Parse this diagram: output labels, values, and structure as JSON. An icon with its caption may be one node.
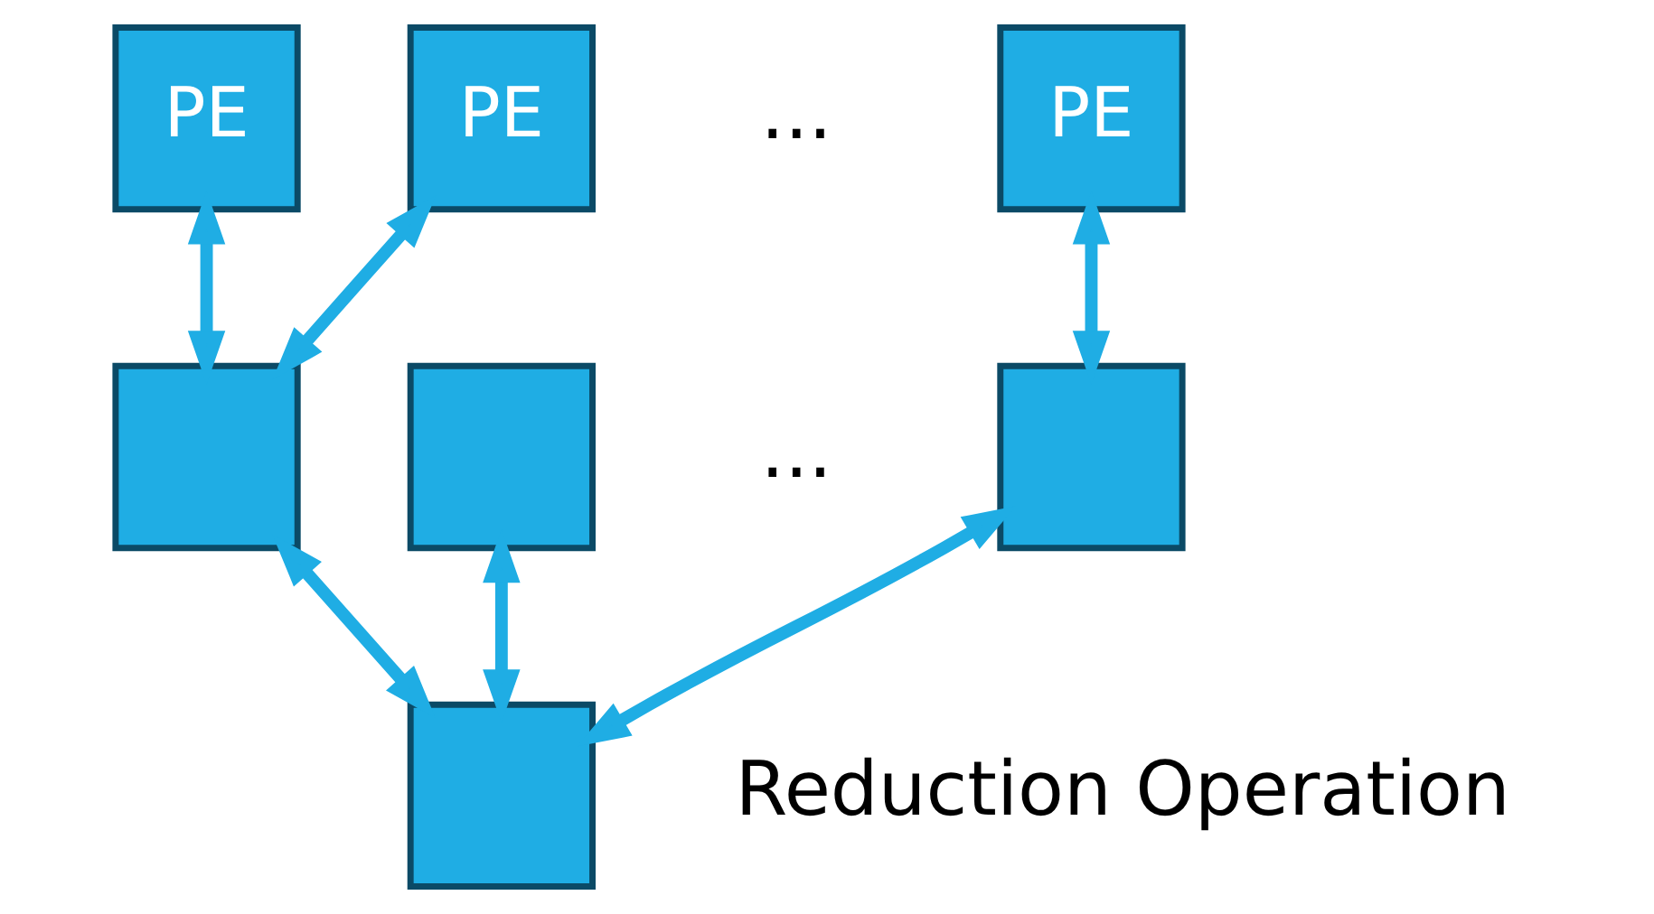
{
  "diagram": {
    "nodes": [
      {
        "text": [
          "PE"
        ]
      },
      {
        "text": [
          "PE"
        ]
      },
      {
        "text": [
          "PE"
        ]
      },
      {
        "text": [],
        "shape": "box"
      },
      {
        "text": [],
        "shape": "box"
      },
      {
        "text": [],
        "shape": "box"
      },
      {
        "text": [],
        "shape": "box"
      }
    ],
    "edges": [
      {
        "from": 3,
        "to": 0,
        "arrow": "both"
      },
      {
        "from": 3,
        "to": 1,
        "arrow": "both"
      },
      {
        "from": 5,
        "to": 2,
        "arrow": "both"
      },
      {
        "from": 6,
        "to": 3,
        "arrow": "both"
      },
      {
        "from": 6,
        "to": 4,
        "arrow": "both"
      },
      {
        "from": 6,
        "to": 5,
        "arrow": "both"
      }
    ],
    "labels": [
      "...",
      "...",
      "Reduction Operation"
    ]
  }
}
